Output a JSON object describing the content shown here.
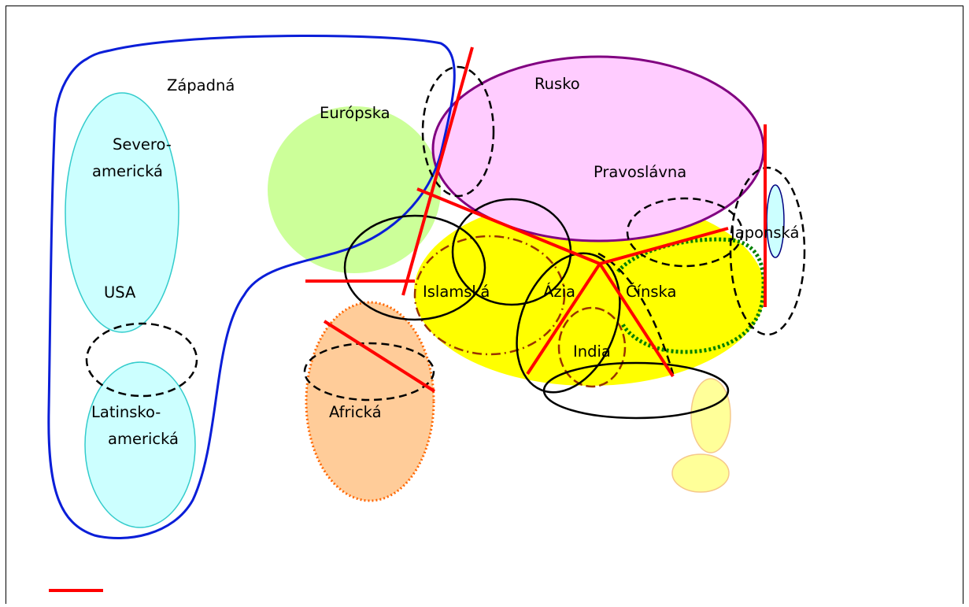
{
  "labels": {
    "zapadna": "Západná",
    "europska": "Európska",
    "severo_line1": "Severo-",
    "severo_line2": "americká",
    "usa": "USA",
    "latinsko_line1": "Latinsko-",
    "latinsko_line2": "americká",
    "africka": "Africká",
    "rusko": "Rusko",
    "pravoslavna": "Pravoslávna",
    "islamska": "Islamská",
    "azia": "Ázia",
    "cinska": "Čínska",
    "india": "India",
    "japonska": "Japonská"
  },
  "colors": {
    "western_outline": "#0a1ed8",
    "north_america_fill": "#ccffff",
    "north_america_stroke": "#33cccc",
    "europe_fill": "#ccff99",
    "russia_fill": "#ffccff",
    "russia_stroke": "#800080",
    "asia_fill": "#ffff00",
    "africa_fill": "#ffcc99",
    "africa_stroke": "#ff6600",
    "fault_lines": "#ff0000",
    "china_outline": "#008000",
    "india_outline": "#993300",
    "japan_fill": "#ccffff",
    "japan_stroke": "#000080",
    "pale_yellow": "#ffff99",
    "pale_yellow_stroke": "#f5c88a"
  }
}
